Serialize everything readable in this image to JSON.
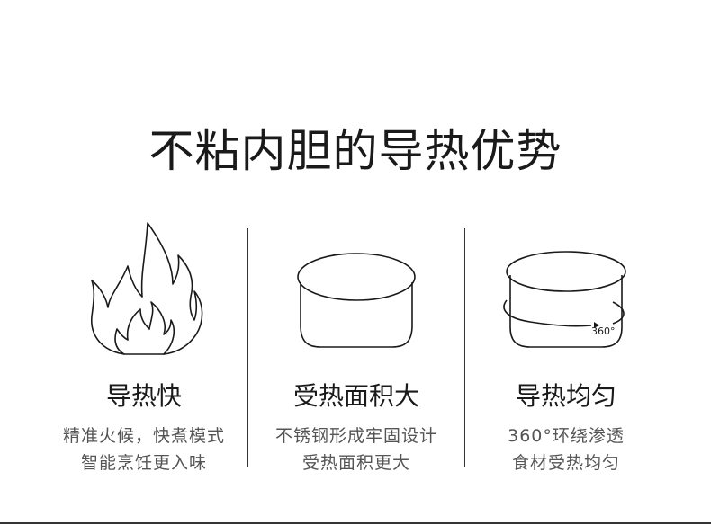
{
  "title": "不粘内胆的导热优势",
  "features": [
    {
      "icon": "flame-icon",
      "heading": "导热快",
      "line1": "精准火候，快煮模式",
      "line2": "智能烹饪更入味"
    },
    {
      "icon": "inner-pot-icon",
      "heading": "受热面积大",
      "line1": "不锈钢形成牢固设计",
      "line2": "受热面积更大"
    },
    {
      "icon": "pot-360-icon",
      "heading": "导热均匀",
      "line1": "360°环绕渗透",
      "line2": "食材受热均匀",
      "badge": "360°"
    }
  ]
}
